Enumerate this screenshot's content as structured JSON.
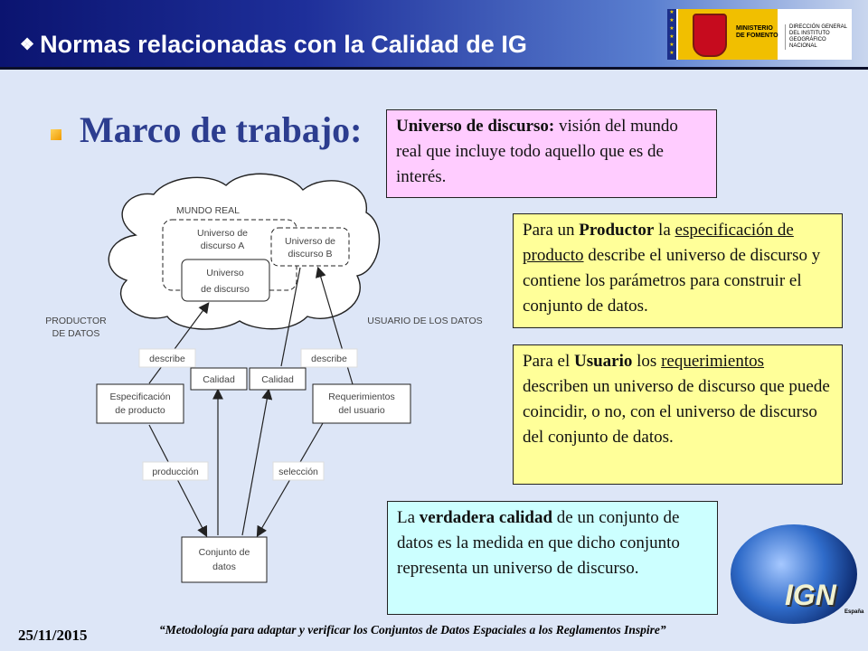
{
  "header": {
    "bullet": "❖",
    "title": "Normas relacionadas con la Calidad de IG"
  },
  "logo": {
    "ministerio": "MINISTERIO DE FOMENTO",
    "dg": "DIRECCIÓN GENERAL DEL INSTITUTO GEOGRÁFICO NACIONAL"
  },
  "main": {
    "title": "Marco de trabajo:"
  },
  "definition_box": {
    "term": "Universo de discurso:",
    "text": " visión del mundo real que incluye todo aquello que es de interés."
  },
  "productor_box": {
    "p1": "Para un ",
    "bold": "Productor",
    "p2": " la ",
    "underline": "especificación de producto",
    "p3": " describe el universo de discurso y contiene los parámetros para construir el conjunto de datos."
  },
  "usuario_box": {
    "p1": "Para el ",
    "bold": "Usuario",
    "p2": " los ",
    "underline": "requerimientos",
    "p3": " describen un universo de discurso que puede coincidir, o no, con el universo de discurso del conjunto de datos."
  },
  "calidad_box": {
    "p1": "La ",
    "bold": "verdadera calidad",
    "p2": " de un conjunto de datos es la medida en que dicho conjunto representa un universo de discurso."
  },
  "diagram": {
    "mundo_real": "MUNDO REAL",
    "universo_a": [
      "Universo de",
      "discurso A"
    ],
    "universo_b": [
      "Universo de",
      "discurso B"
    ],
    "universo": [
      "Universo",
      "de discurso"
    ],
    "productor": [
      "PRODUCTOR",
      "DE DATOS"
    ],
    "usuario": "USUARIO DE LOS DATOS",
    "describe_left": "describe",
    "describe_right": "describe",
    "calidad_left": "Calidad",
    "calidad_right": "Calidad",
    "especificacion": [
      "Especificación",
      "de producto"
    ],
    "requerimientos": [
      "Requerimientos",
      "del usuario"
    ],
    "produccion": "producción",
    "seleccion": "selección",
    "conjunto": [
      "Conjunto de",
      "datos"
    ]
  },
  "footer": {
    "date": "25/11/2015",
    "text": "“Metodología para adaptar y verificar los Conjuntos de Datos Espaciales a los Reglamentos Inspire”"
  },
  "ign_logo": {
    "text": "IGN",
    "country": "España"
  }
}
